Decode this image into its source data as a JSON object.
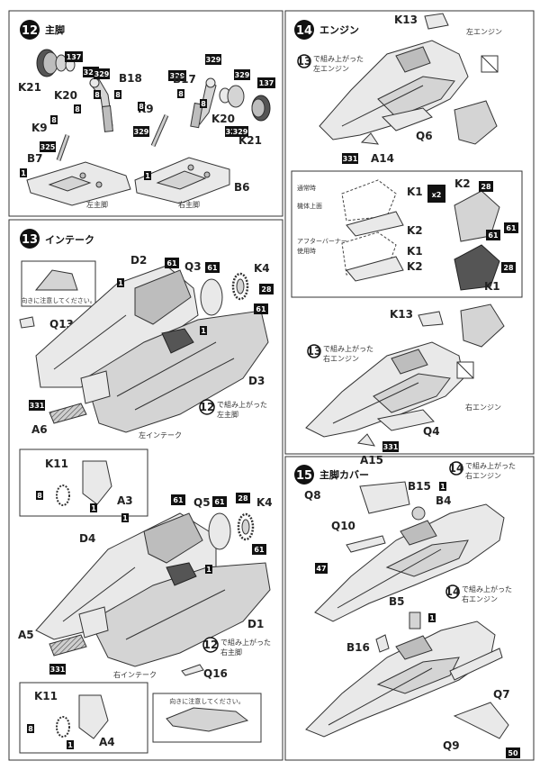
{
  "steps": {
    "s12": {
      "num": "12",
      "title": "主脚",
      "left_caption": "左主脚",
      "right_caption": "右主脚"
    },
    "s13": {
      "num": "13",
      "title": "インテーク",
      "note_top": "向きに注意してください。",
      "note_bottom": "向きに注意してください。",
      "ref_note_upper": "で組み上がった",
      "ref_name_upper": "左主脚",
      "ref_note_lower": "で組み上がった",
      "ref_name_lower": "右主脚",
      "left_caption": "左インテーク",
      "right_caption": "右インテーク"
    },
    "s14": {
      "num": "14",
      "title": "エンジン",
      "ref_note_upper": "で組み上がった",
      "ref_name_upper": "左エンジン",
      "top_right": "左エンジン",
      "label_normal": "通常時",
      "label_upper": "機体上面",
      "label_after1": "アフターバーナー",
      "label_after2": "使用時",
      "x2": "x2",
      "ref_note_lower": "で組み上がった",
      "ref_name_lower": "右エンジン",
      "lower_right": "右エンジン"
    },
    "s15": {
      "num": "15",
      "title": "主脚カバー",
      "ref_note_upper": "で組み上がった",
      "ref_name_upper": "右エンジン",
      "ref_note_lower": "で組み上がった",
      "ref_name_lower": "右エンジン"
    }
  },
  "parts": {
    "K21": "K21",
    "K20": "K20",
    "B18": "B18",
    "B17": "B17",
    "B7": "B7",
    "B6": "B6",
    "K9": "K9",
    "Q13": "Q13",
    "D2": "D2",
    "D3": "D3",
    "D4": "D4",
    "D1": "D1",
    "Q3": "Q3",
    "Q5": "Q5",
    "K4": "K4",
    "A6": "A6",
    "A5": "A5",
    "A3": "A3",
    "A4": "A4",
    "K11": "K11",
    "Q16": "Q16",
    "K13": "K13",
    "Q6": "Q6",
    "A14": "A14",
    "A15": "A15",
    "Q4": "Q4",
    "K1": "K1",
    "K2": "K2",
    "Q8": "Q8",
    "Q10": "Q10",
    "B15": "B15",
    "B4": "B4",
    "B5": "B5",
    "B16": "B16",
    "Q7": "Q7",
    "Q9": "Q9"
  },
  "paints": {
    "p137": "137",
    "p329": "329",
    "p325": "325",
    "p61": "61",
    "p28": "28",
    "p331": "331",
    "p47": "47",
    "p50": "50",
    "p1": "1",
    "p8": "8"
  },
  "step_refs": {
    "r12": "12",
    "r13": "13",
    "r14": "14"
  }
}
